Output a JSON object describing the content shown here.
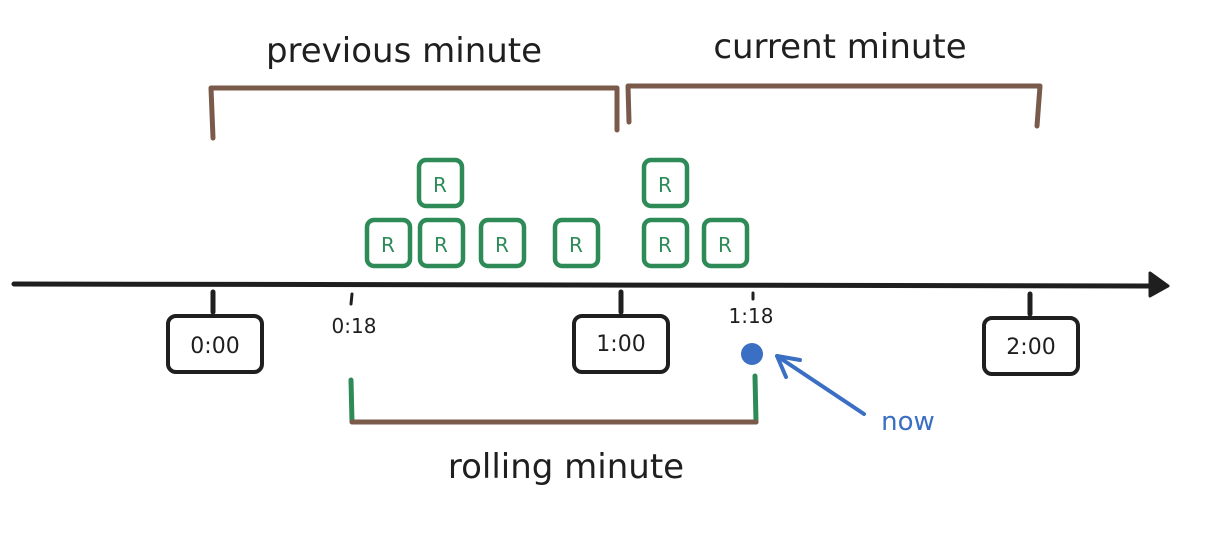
{
  "labels": {
    "previous_minute": "previous minute",
    "current_minute": "current minute",
    "rolling_minute": "rolling minute",
    "now": "now"
  },
  "ticks": {
    "t0": "0:00",
    "t018": "0:18",
    "t1": "1:00",
    "t118": "1:18",
    "t2": "2:00"
  },
  "request_label": "R",
  "colors": {
    "axis": "#1f1f1f",
    "bracket": "#7a5a4a",
    "request": "#2e8b57",
    "rolling_edge": "#2e8b57",
    "now": "#3a6fc4"
  }
}
